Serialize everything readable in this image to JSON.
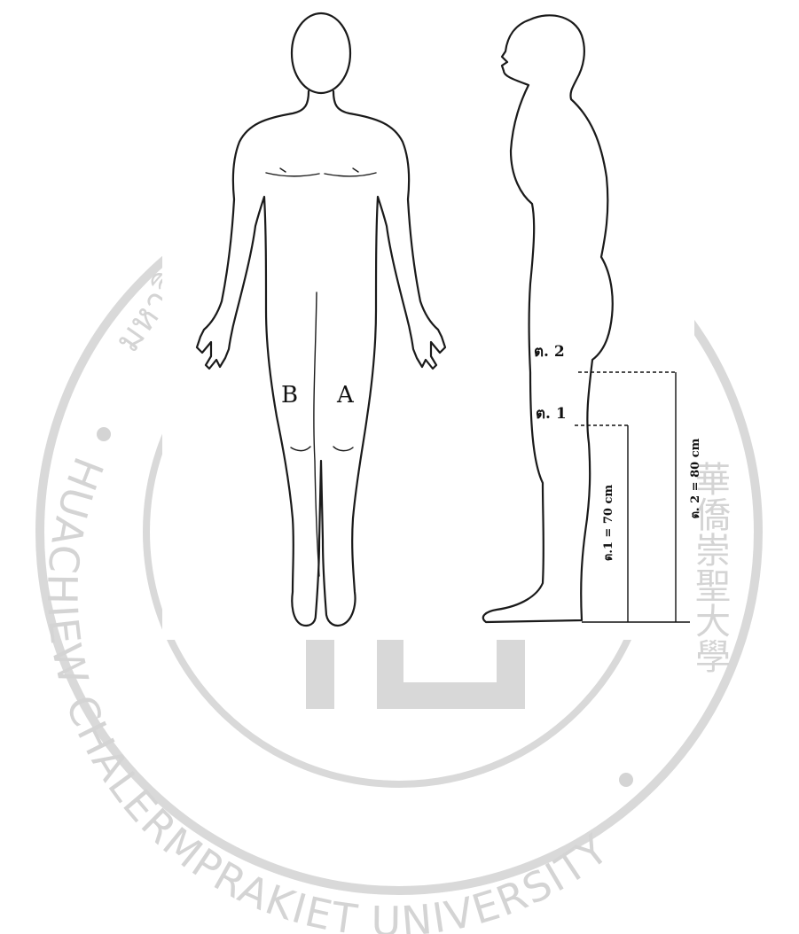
{
  "watermark": {
    "arc_text": "HUACHIEW CHALERMPRAKIET UNIVERSITY",
    "thai_fragment": "มหาวิ",
    "cjk_fragment": "華僑崇聖大學"
  },
  "front_view": {
    "label_left_leg": "B",
    "label_right_leg": "A"
  },
  "side_view": {
    "point2_label": "ต. 2",
    "point1_label": "ต. 1",
    "measure1_label": "ต.1 = 70 cm",
    "measure2_label": "ต. 2 = 80 cm"
  }
}
